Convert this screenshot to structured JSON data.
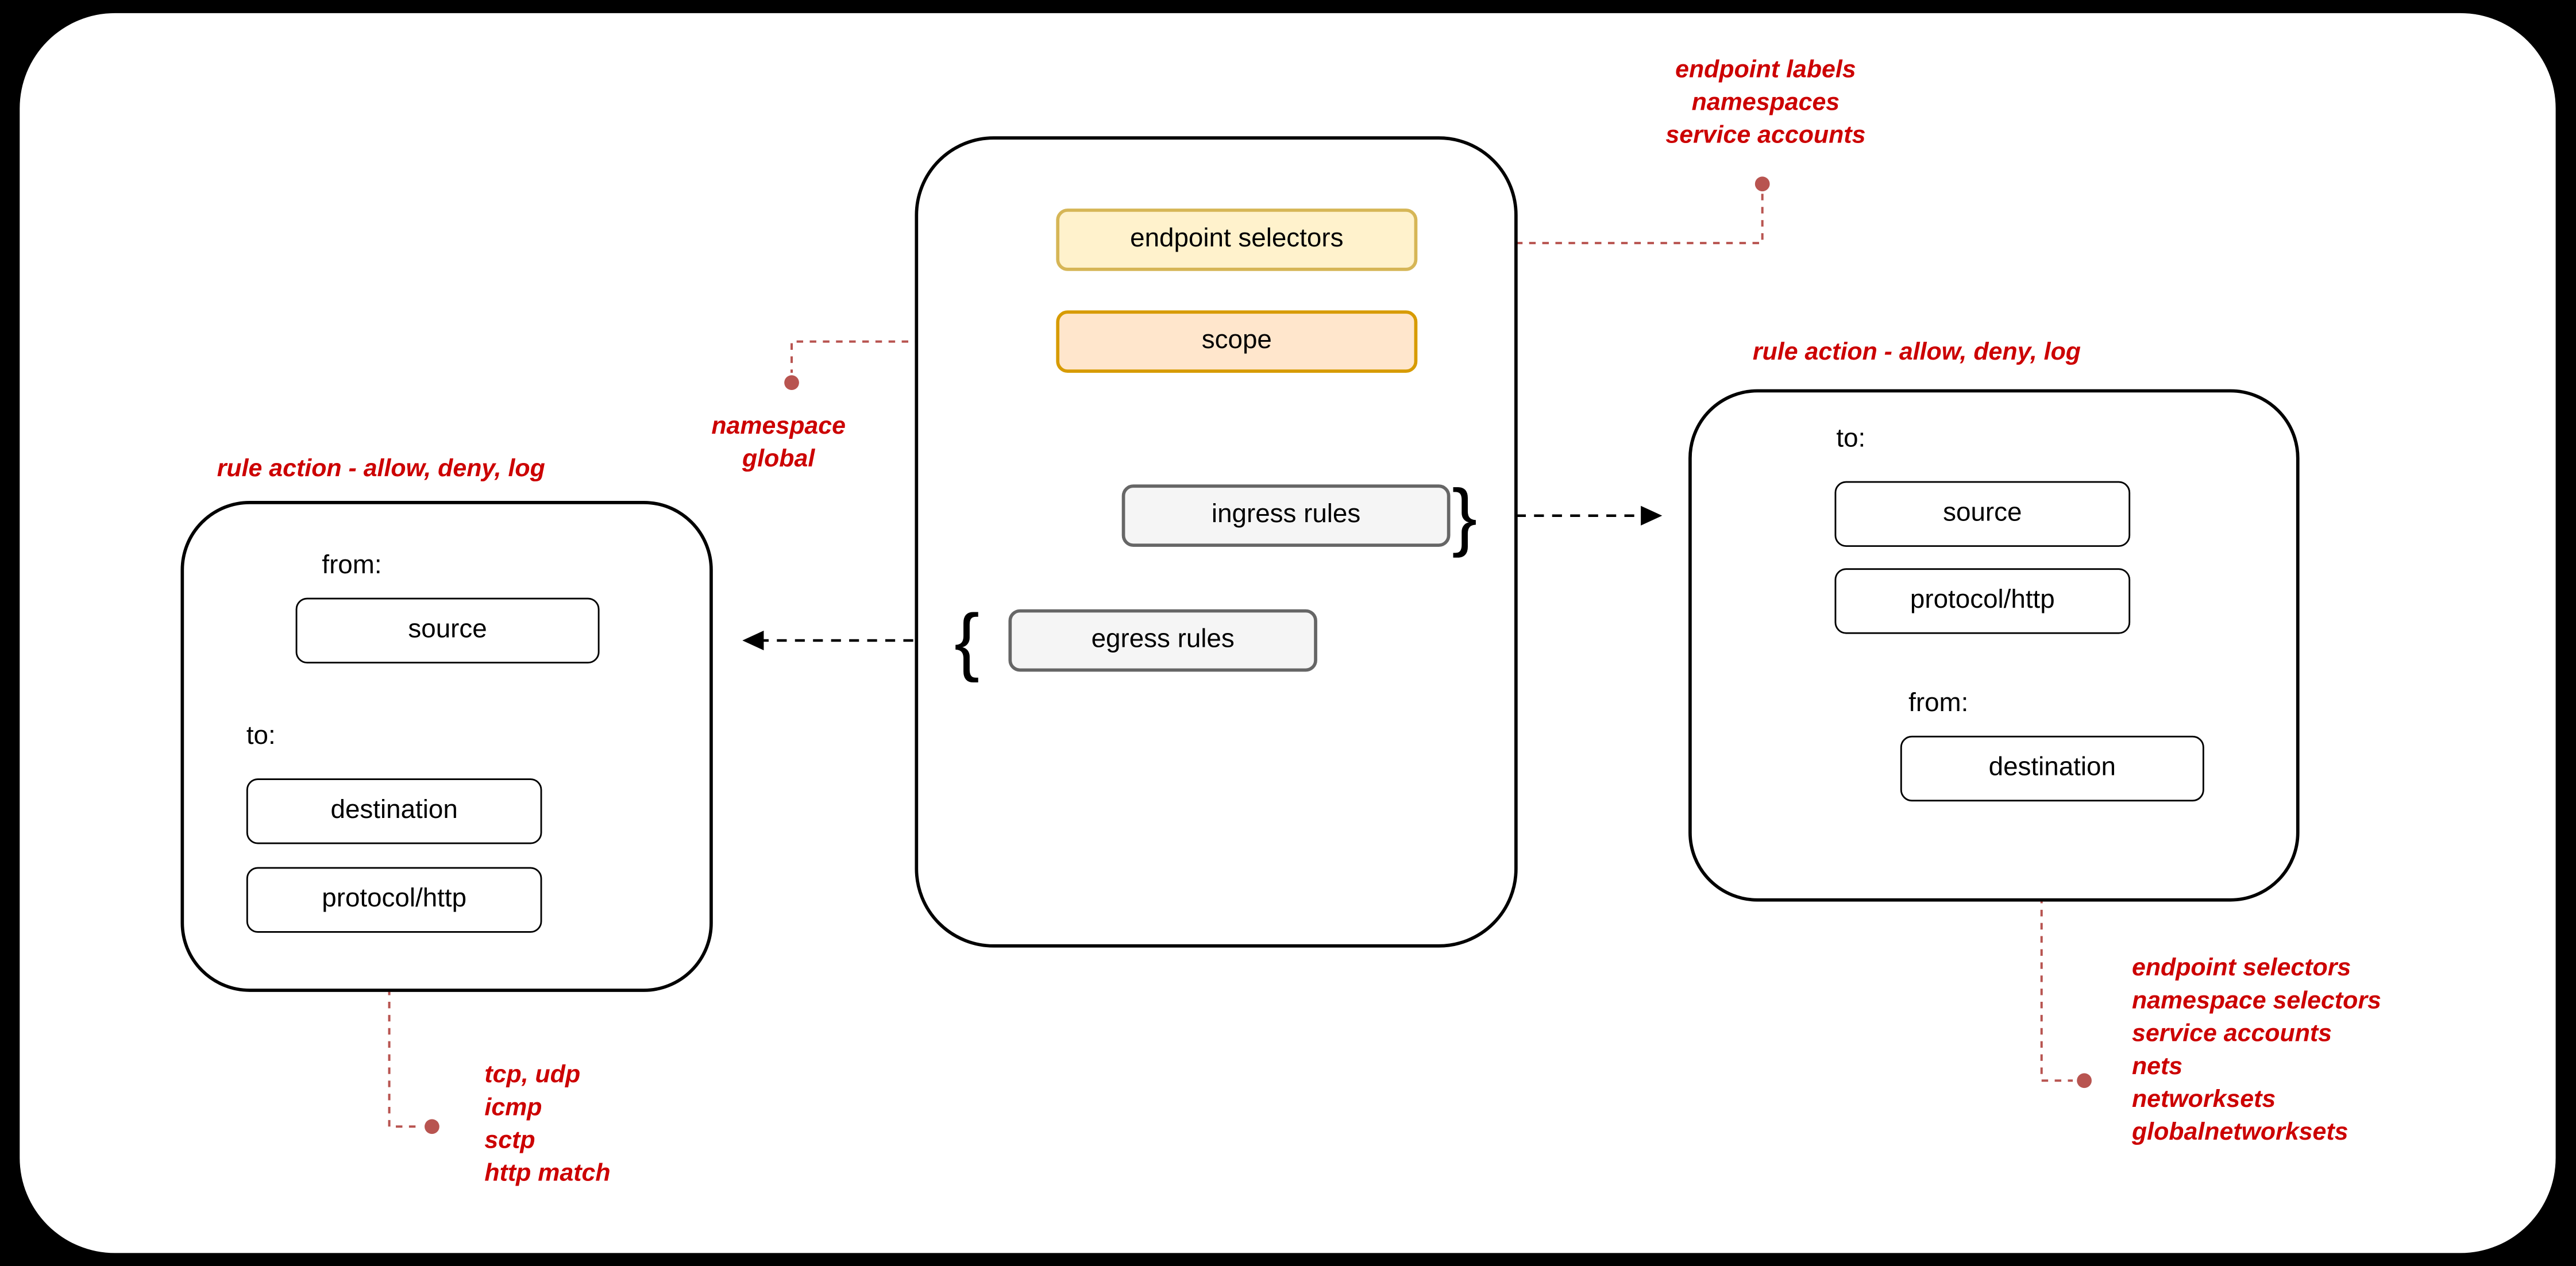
{
  "center": {
    "endpoint_selectors": "endpoint selectors",
    "scope": "scope",
    "ingress_rules": "ingress rules",
    "egress_rules": "egress rules",
    "brace_open": "{",
    "brace_close": "}"
  },
  "left_rule": {
    "title": "rule action - allow, deny, log",
    "from_label": "from:",
    "source": "source",
    "to_label": "to:",
    "destination": "destination",
    "protocol": "protocol/http"
  },
  "right_rule": {
    "title": "rule action - allow, deny, log",
    "to_label": "to:",
    "source": "source",
    "protocol": "protocol/http",
    "from_label": "from:",
    "destination": "destination"
  },
  "annotations": {
    "endpoint_selector_values": [
      "endpoint labels",
      "namespaces",
      "service accounts"
    ],
    "scope_values": [
      "namespace",
      "global"
    ],
    "protocol_values": [
      "tcp, udp",
      "icmp",
      "sctp",
      "http match"
    ],
    "destination_values": [
      "endpoint selectors",
      "namespace selectors",
      "service accounts",
      "nets",
      "networksets",
      "globalnetworksets"
    ]
  },
  "colors": {
    "red_text": "#CC0000",
    "connector_red": "#B85450",
    "yellow_fill": "#FFF2CC",
    "yellow_stroke": "#D6B656",
    "orange_fill": "#FFE6CC",
    "orange_stroke": "#D79B00",
    "gray_fill": "#F5F5F5",
    "gray_stroke": "#666666",
    "background": "#000000",
    "sheet": "#FFFFFF"
  }
}
